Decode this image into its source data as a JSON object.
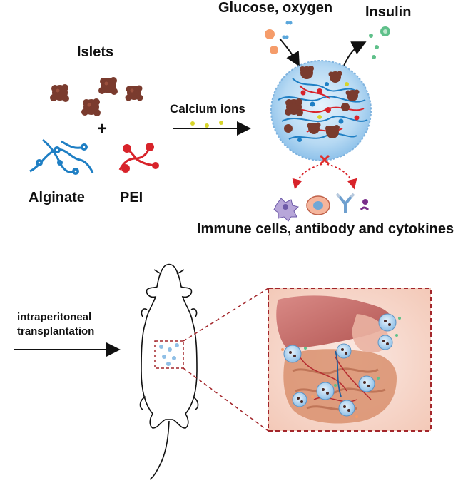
{
  "labels": {
    "islets": "Islets",
    "plus": "+",
    "alginate": "Alginate",
    "pei": "PEI",
    "calcium_ions": "Calcium ions",
    "glucose_oxygen": "Glucose, oxygen",
    "insulin": "Insulin",
    "immune": "Immune cells, antibody and cytokines",
    "ip_line1": "intraperitoneal",
    "ip_line2": "transplantation"
  },
  "colors": {
    "islet": "#7a3b2e",
    "alginate": "#1f7fc4",
    "pei": "#d8232a",
    "capsule": "#bcdcf4",
    "calcium": "#d7d42a",
    "insulin": "#5fc08a",
    "glucose": "#f59c6a",
    "blocked": "#e0312f",
    "inset_border": "#a3262b",
    "organ_liver": "#c56a6a",
    "organ_intestine": "#d9906f"
  },
  "icons": {
    "capsule": "microcapsule-icon",
    "mouse": "mouse-outline-icon",
    "blocked_x": "x-mark-icon"
  }
}
